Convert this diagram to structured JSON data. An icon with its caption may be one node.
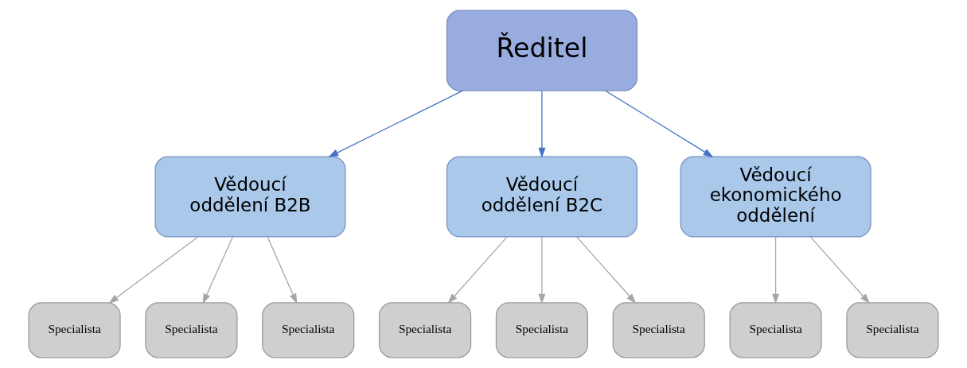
{
  "diagram": {
    "nodes": [
      {
        "text": [
          "Ředitel"
        ]
      },
      {
        "text": [
          "Vědoucí oddělení B2B"
        ]
      },
      {
        "text": [
          "Vědoucí oddělení B2C"
        ]
      },
      {
        "text": [
          "Vědoucí ekonomického oddělení"
        ]
      },
      {
        "text": [
          "Specialista"
        ]
      },
      {
        "text": [
          "Specialista"
        ]
      },
      {
        "text": [
          "Specialista"
        ]
      },
      {
        "text": [
          "Specialista"
        ]
      },
      {
        "text": [
          "Specialista"
        ]
      },
      {
        "text": [
          "Specialista"
        ]
      },
      {
        "text": [
          "Specialista"
        ]
      },
      {
        "text": [
          "Specialista"
        ]
      }
    ],
    "edges": [
      {
        "from": 0,
        "to": 1,
        "arrow": "to",
        "color": "#4472c4"
      },
      {
        "from": 0,
        "to": 2,
        "arrow": "to",
        "color": "#4472c4"
      },
      {
        "from": 0,
        "to": 3,
        "arrow": "to",
        "color": "#4472c4"
      },
      {
        "from": 1,
        "to": 4,
        "arrow": "to"
      },
      {
        "from": 1,
        "to": 5,
        "arrow": "to"
      },
      {
        "from": 1,
        "to": 6,
        "arrow": "to"
      },
      {
        "from": 2,
        "to": 7,
        "arrow": "to"
      },
      {
        "from": 2,
        "to": 8,
        "arrow": "to"
      },
      {
        "from": 2,
        "to": 9,
        "arrow": "to"
      },
      {
        "from": 3,
        "to": 10,
        "arrow": "to"
      },
      {
        "from": 3,
        "to": 11,
        "arrow": "to"
      }
    ]
  }
}
